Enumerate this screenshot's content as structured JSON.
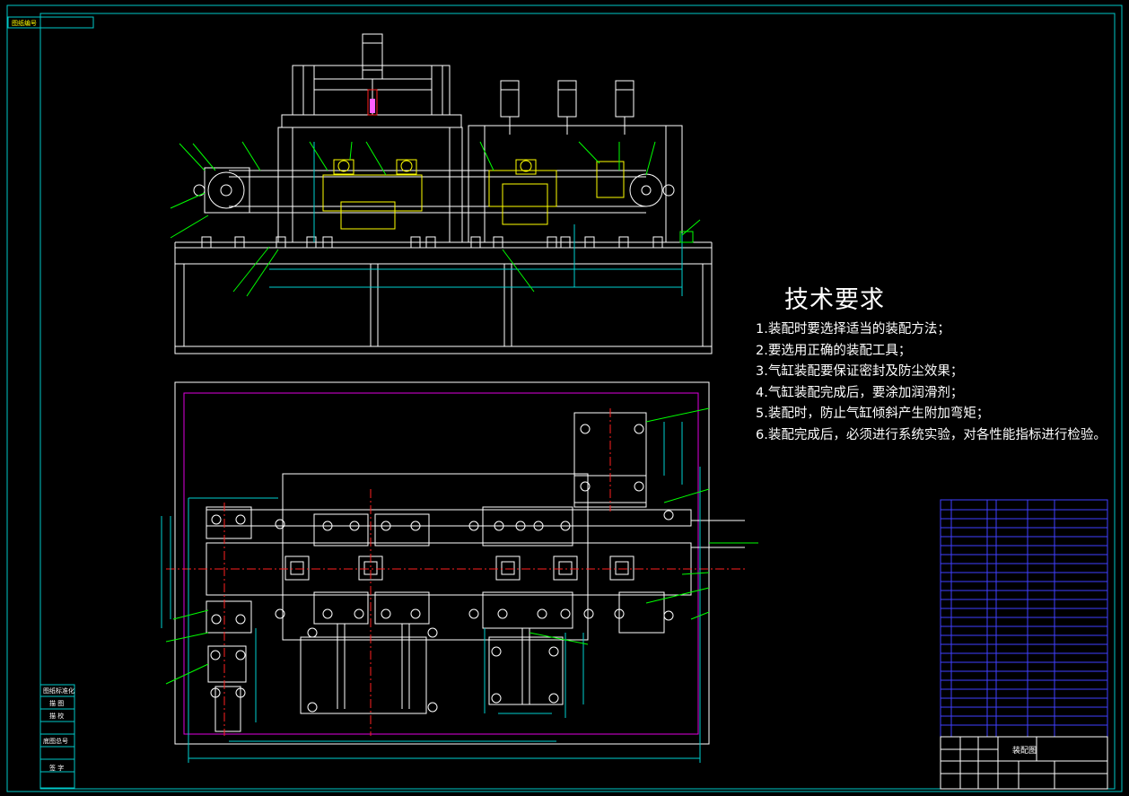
{
  "drawing": {
    "frame_color": "#00c8c8",
    "line_colors": {
      "outline": "#ffffff",
      "dimension": "#00d0d0",
      "centerline": "#ff2020",
      "hidden": "#e000e0",
      "part": "#ffff00",
      "table": "#4040ff",
      "leader": "#00ff00"
    }
  },
  "technical_requirements": {
    "title": "技术要求",
    "items": [
      "1.装配时要选择适当的装配方法；",
      "2.要选用正确的装配工具；",
      "3.气缸装配要保证密封及防尘效果；",
      "4.气缸装配完成后，要涂加润滑剂；",
      "5.装配时，防止气缸倾斜产生附加弯矩；",
      "6.装配完成后，必须进行系统实验，对各性能指标进行检验。"
    ]
  },
  "title_block": {
    "drawing_name": "装配图"
  }
}
